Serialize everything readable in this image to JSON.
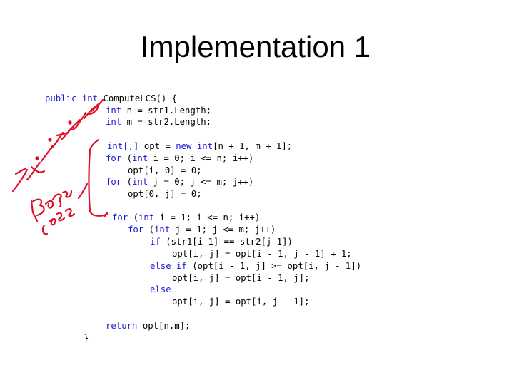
{
  "slide": {
    "title": "Implementation 1"
  },
  "code_lines": [
    [
      "public int ",
      "ComputeLCS() {"
    ],
    [
      "int",
      " n = str1.Length;"
    ],
    [
      "int",
      " m = str2.Length;"
    ],
    [
      "int[,]",
      " opt = ",
      "new",
      " ",
      "int",
      "[n + 1, m + 1];"
    ],
    [
      "for",
      " (",
      "int",
      " i = 0; i <= n; i++)"
    ],
    [
      "opt[i, 0] = 0;"
    ],
    [
      "for",
      " (",
      "int",
      " j = 0; j <= m; j++)"
    ],
    [
      "opt[0, j] = 0;"
    ],
    [
      "for",
      " (",
      "int",
      " i = 1; i <= n; i++)"
    ],
    [
      "for",
      " (",
      "int",
      " j = 1; j <= m; j++)"
    ],
    [
      "if",
      " (str1[i-1] == str2[j-1])"
    ],
    [
      "opt[i, j] = opt[i - 1, j - 1] + 1;"
    ],
    [
      "else if",
      " (opt[i - 1, j] >= opt[i, j - 1])"
    ],
    [
      "opt[i, j] = opt[i - 1, j];"
    ],
    [
      "else"
    ],
    [
      "opt[i, j] = opt[i, j - 1];"
    ],
    [
      "return",
      " opt[n,m];"
    ],
    [
      "}"
    ]
  ],
  "annotations": {
    "ink_color": "#e0102a",
    "note_initialization": "Initialization",
    "note_base_case": "Base case"
  }
}
